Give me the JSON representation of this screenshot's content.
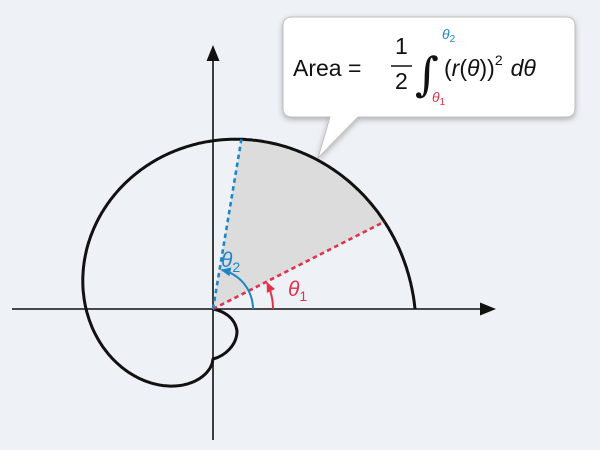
{
  "formula": {
    "lhs": "Area =",
    "frac_num": "1",
    "frac_den": "2",
    "integral_sign": "∫",
    "upper_limit_symbol": "θ",
    "upper_limit_sub": "2",
    "lower_limit_symbol": "θ",
    "lower_limit_sub": "1",
    "integrand_open": "(",
    "integrand_r": "r",
    "integrand_paren_open": "(",
    "integrand_theta": "θ",
    "integrand_close": "))",
    "exponent": "2",
    "differential": "dθ"
  },
  "labels": {
    "theta2_symbol": "θ",
    "theta2_sub": "2",
    "theta1_symbol": "θ",
    "theta1_sub": "1"
  },
  "colors": {
    "background": "#eef1f5",
    "curve": "#111111",
    "axis": "#111111",
    "shaded_region": "#dcdcdc",
    "theta1": "#e0334a",
    "theta2": "#1e86c8",
    "callout_fill": "#ffffff",
    "callout_stroke": "#bfbfbf"
  },
  "icons": {
    "x_axis_arrow": "arrowhead-right-icon",
    "y_axis_arrow": "arrowhead-up-icon"
  }
}
